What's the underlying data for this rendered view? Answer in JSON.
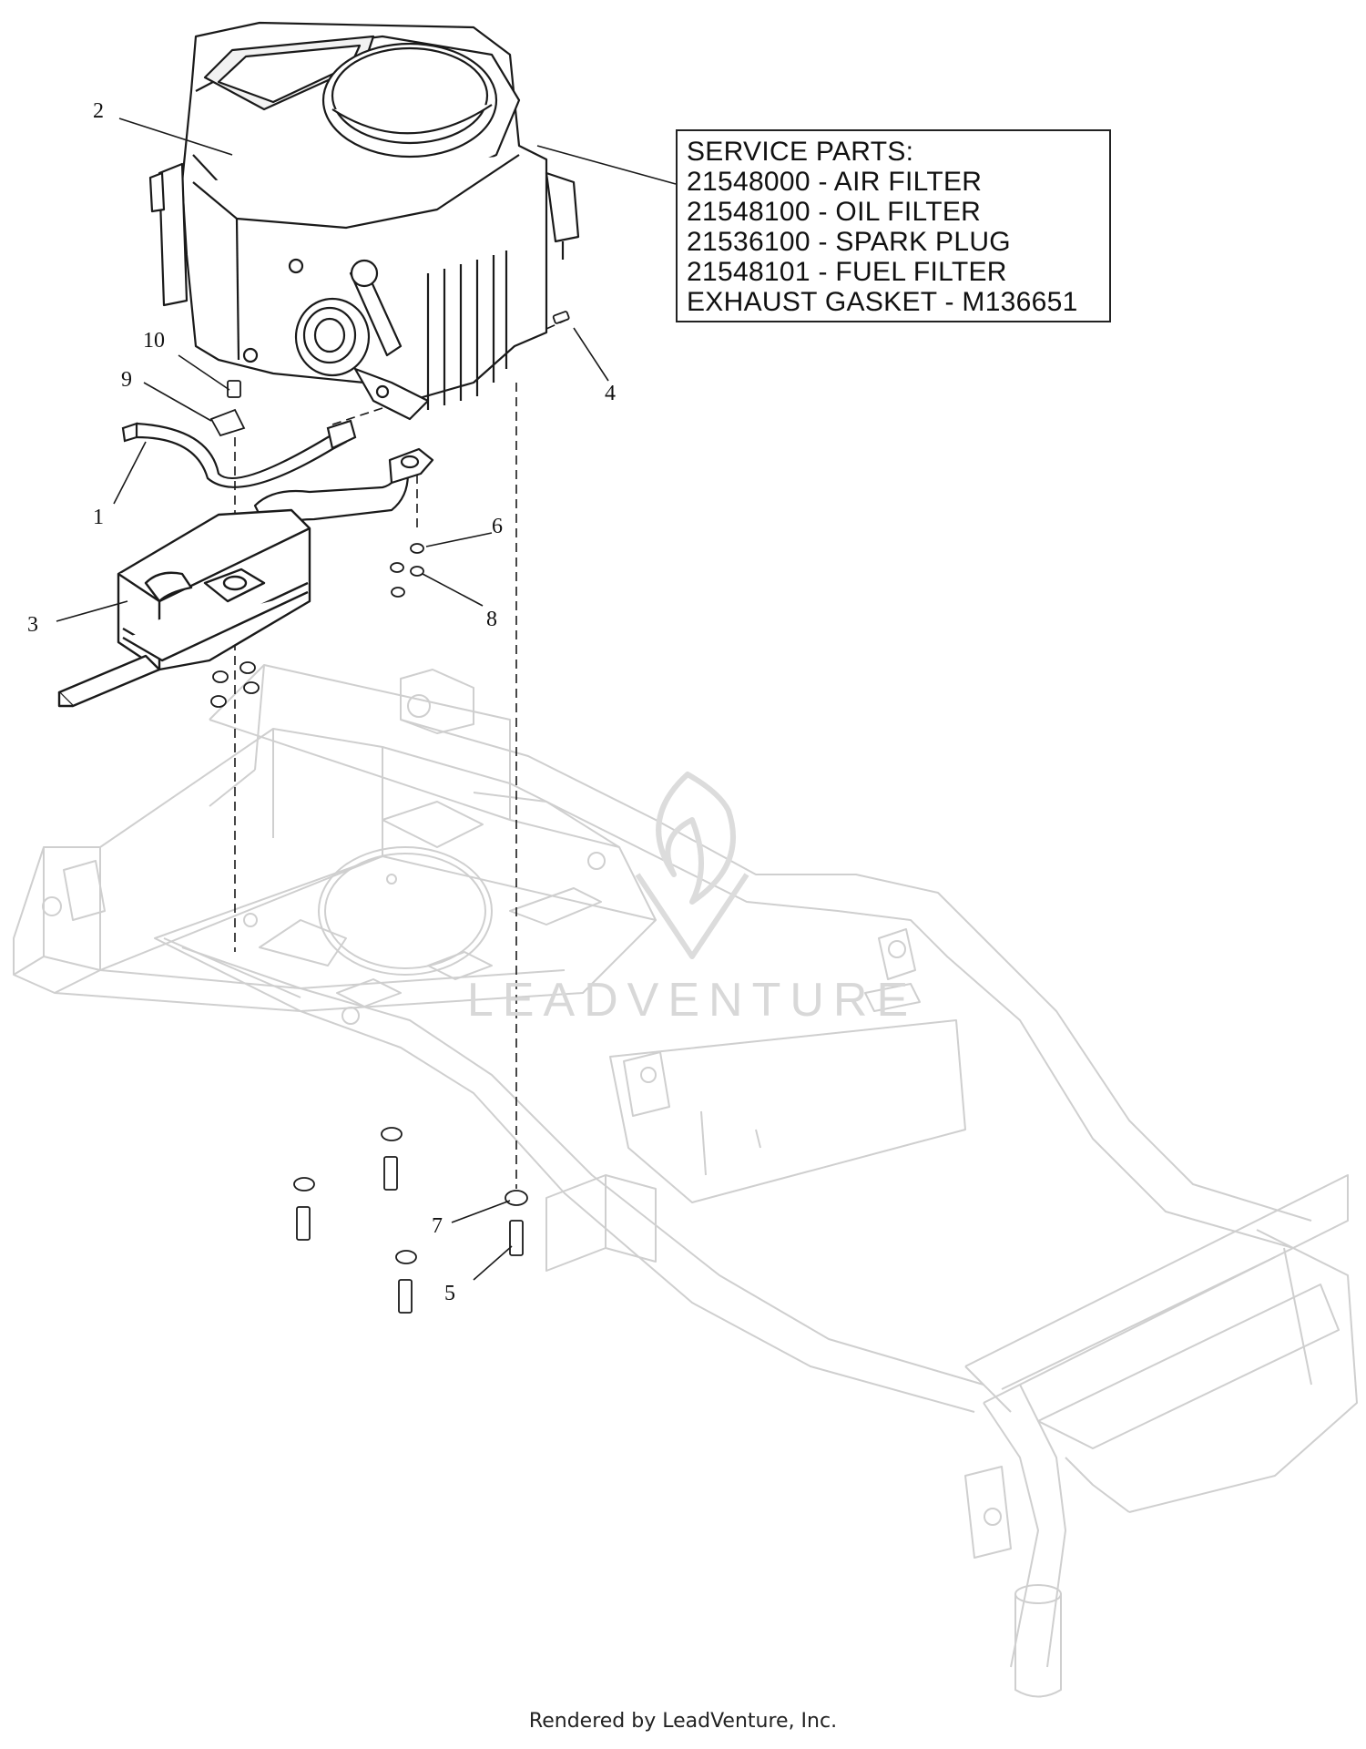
{
  "service_parts": {
    "lines": [
      "SERVICE PARTS:",
      "21548000 - AIR FILTER",
      "21548100 - OIL FILTER",
      "21536100 - SPARK PLUG",
      "21548101 - FUEL FILTER",
      "EXHAUST GASKET - M136651"
    ]
  },
  "callouts": [
    "1",
    "2",
    "3",
    "4",
    "5",
    "6",
    "7",
    "8",
    "9",
    "10"
  ],
  "watermark": {
    "text": "LEADVENTURE",
    "icon": "flame-logo-icon"
  },
  "footer": {
    "text": "Rendered by LeadVenture, Inc."
  },
  "colors": {
    "frame_line": "#cfcfcf",
    "part_line": "#1a1a1a",
    "watermark": "#d8d8d8"
  }
}
